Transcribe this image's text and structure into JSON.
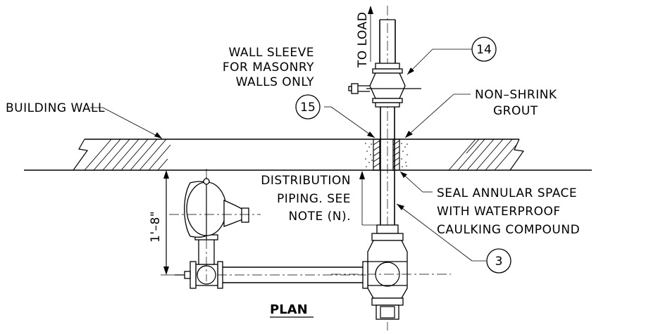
{
  "labels": {
    "to_load": "TO LOAD",
    "wall_sleeve_1": "WALL SLEEVE",
    "wall_sleeve_2": "FOR MASONRY",
    "wall_sleeve_3": "WALLS ONLY",
    "building_wall": "BUILDING WALL",
    "non_shrink_1": "NON–SHRINK",
    "non_shrink_2": "GROUT",
    "distribution_1": "DISTRIBUTION",
    "distribution_2": "PIPING. SEE",
    "distribution_3": "NOTE (N).",
    "seal_1": "SEAL ANNULAR SPACE",
    "seal_2": "WITH WATERPROOF",
    "seal_3": "CAULKING COMPOUND",
    "dimension": "1'–8\"",
    "plan_title": "PLAN"
  },
  "callouts": {
    "c14": "14",
    "c15": "15",
    "c3": "3"
  }
}
